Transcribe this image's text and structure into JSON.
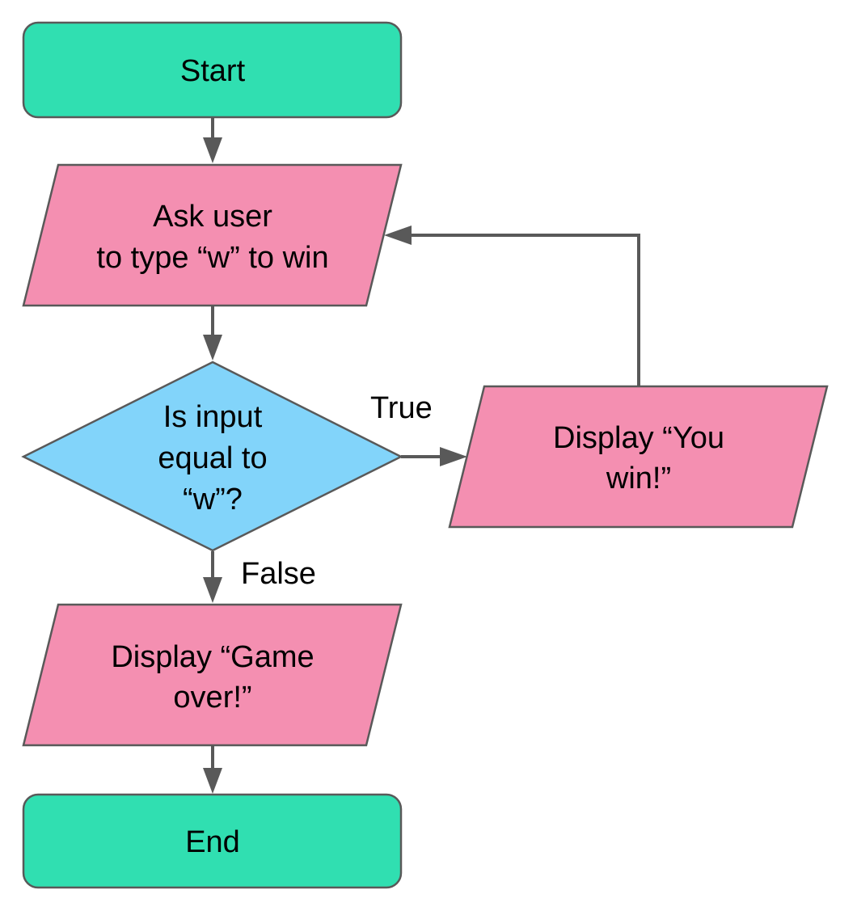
{
  "nodes": {
    "start": {
      "lines": [
        "Start"
      ],
      "shape": "terminator"
    },
    "ask": {
      "lines": [
        "Ask user",
        "to type “w” to win"
      ],
      "shape": "input-output"
    },
    "decision": {
      "lines": [
        "Is input",
        "equal to",
        "“w”?"
      ],
      "shape": "decision"
    },
    "win": {
      "lines": [
        "Display “You",
        "win!”"
      ],
      "shape": "input-output"
    },
    "gameover": {
      "lines": [
        "Display “Game",
        "over!”"
      ],
      "shape": "input-output"
    },
    "end": {
      "lines": [
        "End"
      ],
      "shape": "terminator"
    }
  },
  "edges": {
    "true_label": "True",
    "false_label": "False"
  },
  "colors": {
    "terminator": "#30dfb1",
    "input_output": "#f48fb1",
    "decision": "#82d4fa",
    "outline": "#595959",
    "connector": "#595959"
  }
}
